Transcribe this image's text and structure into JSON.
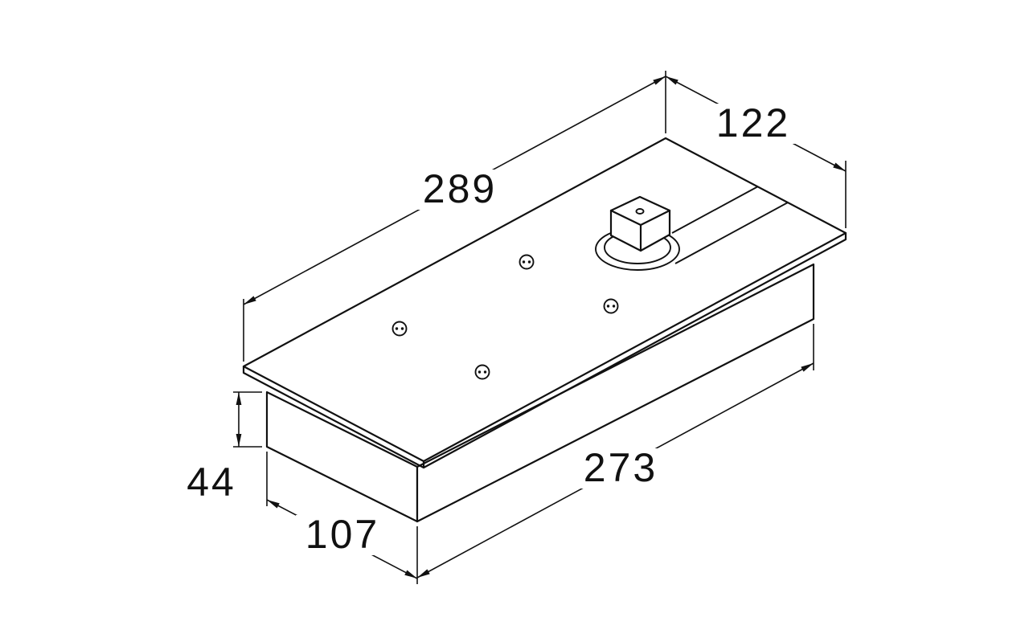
{
  "drawing": {
    "description": "isometric-technical-drawing-floor-door-closer",
    "background_color": "#ffffff",
    "line_color": "#111111",
    "dimensions": {
      "plate_length": "289",
      "plate_width": "122",
      "body_length": "273",
      "body_width": "107",
      "body_height": "44"
    }
  }
}
